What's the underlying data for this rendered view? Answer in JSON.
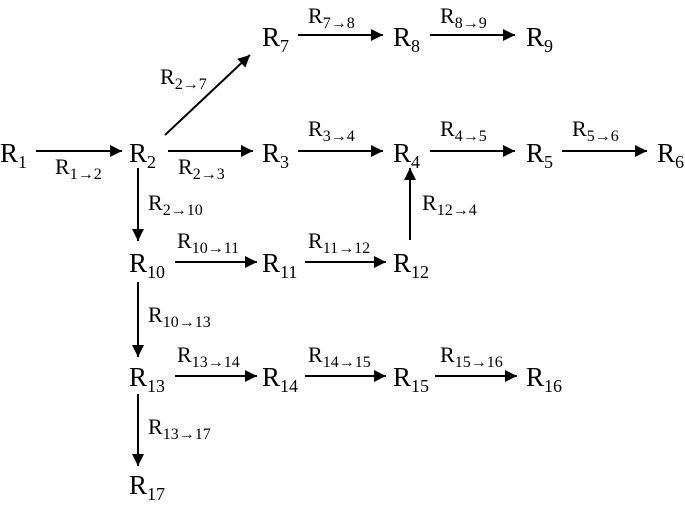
{
  "nodes": [
    {
      "id": "1",
      "letter": "R",
      "sub": "1"
    },
    {
      "id": "2",
      "letter": "R",
      "sub": "2"
    },
    {
      "id": "3",
      "letter": "R",
      "sub": "3"
    },
    {
      "id": "4",
      "letter": "R",
      "sub": "4"
    },
    {
      "id": "5",
      "letter": "R",
      "sub": "5"
    },
    {
      "id": "6",
      "letter": "R",
      "sub": "6"
    },
    {
      "id": "7",
      "letter": "R",
      "sub": "7"
    },
    {
      "id": "8",
      "letter": "R",
      "sub": "8"
    },
    {
      "id": "9",
      "letter": "R",
      "sub": "9"
    },
    {
      "id": "10",
      "letter": "R",
      "sub": "10"
    },
    {
      "id": "11",
      "letter": "R",
      "sub": "11"
    },
    {
      "id": "12",
      "letter": "R",
      "sub": "12"
    },
    {
      "id": "13",
      "letter": "R",
      "sub": "13"
    },
    {
      "id": "14",
      "letter": "R",
      "sub": "14"
    },
    {
      "id": "15",
      "letter": "R",
      "sub": "15"
    },
    {
      "id": "16",
      "letter": "R",
      "sub": "16"
    },
    {
      "id": "17",
      "letter": "R",
      "sub": "17"
    }
  ],
  "edges": [
    {
      "id": "1-2",
      "letter": "R",
      "sub": "1→2"
    },
    {
      "id": "2-7",
      "letter": "R",
      "sub": "2→7"
    },
    {
      "id": "2-3",
      "letter": "R",
      "sub": "2→3"
    },
    {
      "id": "2-10",
      "letter": "R",
      "sub": "2→10"
    },
    {
      "id": "7-8",
      "letter": "R",
      "sub": "7→8"
    },
    {
      "id": "8-9",
      "letter": "R",
      "sub": "8→9"
    },
    {
      "id": "3-4",
      "letter": "R",
      "sub": "3→4"
    },
    {
      "id": "4-5",
      "letter": "R",
      "sub": "4→5"
    },
    {
      "id": "5-6",
      "letter": "R",
      "sub": "5→6"
    },
    {
      "id": "12-4",
      "letter": "R",
      "sub": "12→4"
    },
    {
      "id": "10-11",
      "letter": "R",
      "sub": "10→11"
    },
    {
      "id": "11-12",
      "letter": "R",
      "sub": "11→12"
    },
    {
      "id": "10-13",
      "letter": "R",
      "sub": "10→13"
    },
    {
      "id": "13-14",
      "letter": "R",
      "sub": "13→14"
    },
    {
      "id": "14-15",
      "letter": "R",
      "sub": "14→15"
    },
    {
      "id": "15-16",
      "letter": "R",
      "sub": "15→16"
    },
    {
      "id": "13-17",
      "letter": "R",
      "sub": "13→17"
    }
  ]
}
